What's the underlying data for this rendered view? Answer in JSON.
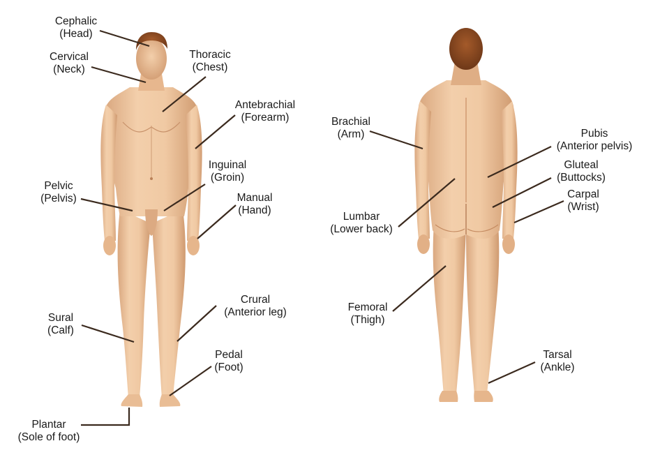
{
  "colors": {
    "skin": "#edc29c",
    "skin_shade": "#c98e64",
    "hair": "#8a4a22",
    "leader": "#3b2a1e",
    "text": "#1a1a1a"
  },
  "labels": {
    "cephalic": {
      "term": "Cephalic",
      "common": "(Head)"
    },
    "cervical": {
      "term": "Cervical",
      "common": "(Neck)"
    },
    "thoracic": {
      "term": "Thoracic",
      "common": "(Chest)"
    },
    "antebrachial": {
      "term": "Antebrachial",
      "common": "(Forearm)"
    },
    "inguinal": {
      "term": "Inguinal",
      "common": "(Groin)"
    },
    "pelvic": {
      "term": "Pelvic",
      "common": "(Pelvis)"
    },
    "manual": {
      "term": "Manual",
      "common": "(Hand)"
    },
    "crural": {
      "term": "Crural",
      "common": "(Anterior leg)"
    },
    "sural": {
      "term": "Sural",
      "common": "(Calf)"
    },
    "pedal": {
      "term": "Pedal",
      "common": "(Foot)"
    },
    "plantar": {
      "term": "Plantar",
      "common": "(Sole of foot)"
    },
    "brachial": {
      "term": "Brachial",
      "common": "(Arm)"
    },
    "pubis": {
      "term": "Pubis",
      "common": "(Anterior pelvis)"
    },
    "gluteal": {
      "term": "Gluteal",
      "common": "(Buttocks)"
    },
    "carpal": {
      "term": "Carpal",
      "common": "(Wrist)"
    },
    "lumbar": {
      "term": "Lumbar",
      "common": "(Lower back)"
    },
    "femoral": {
      "term": "Femoral",
      "common": "(Thigh)"
    },
    "tarsal": {
      "term": "Tarsal",
      "common": "(Ankle)"
    }
  }
}
